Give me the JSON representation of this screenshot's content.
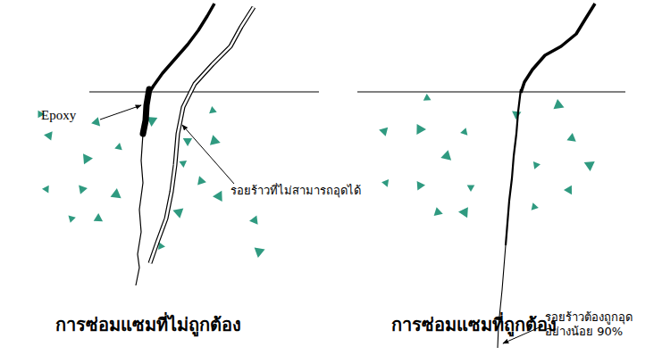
{
  "diagram": {
    "labels": [
      "Epoxy",
      "รอยร้าวที่ไม่สามารถอุดได้",
      "รอยร้าวต้องถูกอุด อย่างน้อย 90%",
      "การซ่อมแซมที่ไม่ถูกต้อง",
      "การซ่อมแซมที่ถูกต้อง"
    ]
  }
}
